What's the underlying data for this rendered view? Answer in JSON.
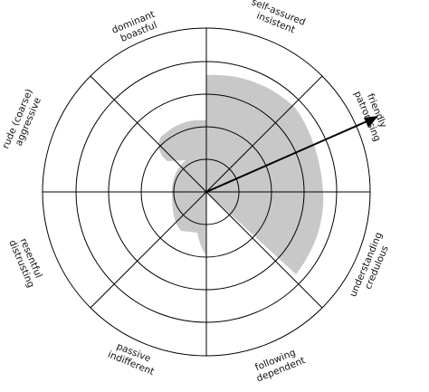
{
  "octant_labels": [
    {
      "id": "dominant",
      "line1": "dominant",
      "line2": "boastful"
    },
    {
      "id": "self-assured",
      "line1": "self-assured",
      "line2": "insistent"
    },
    {
      "id": "friendly",
      "line1": "friendly",
      "line2": "patronising"
    },
    {
      "id": "understanding",
      "line1": "understanding",
      "line2": "credulous"
    },
    {
      "id": "following",
      "line1": "following",
      "line2": "dependent"
    },
    {
      "id": "passive",
      "line1": "passive",
      "line2": "indifferent"
    },
    {
      "id": "resentful",
      "line1": "resentful",
      "line2": "distrusting"
    },
    {
      "id": "rude",
      "line1": "rude (coarse)",
      "line2": "aggressive"
    }
  ],
  "colors": {
    "profile_fill": "#c8c8c8",
    "lines": "#000000",
    "background": "#ffffff"
  },
  "rings": 5,
  "sectors": 8
}
